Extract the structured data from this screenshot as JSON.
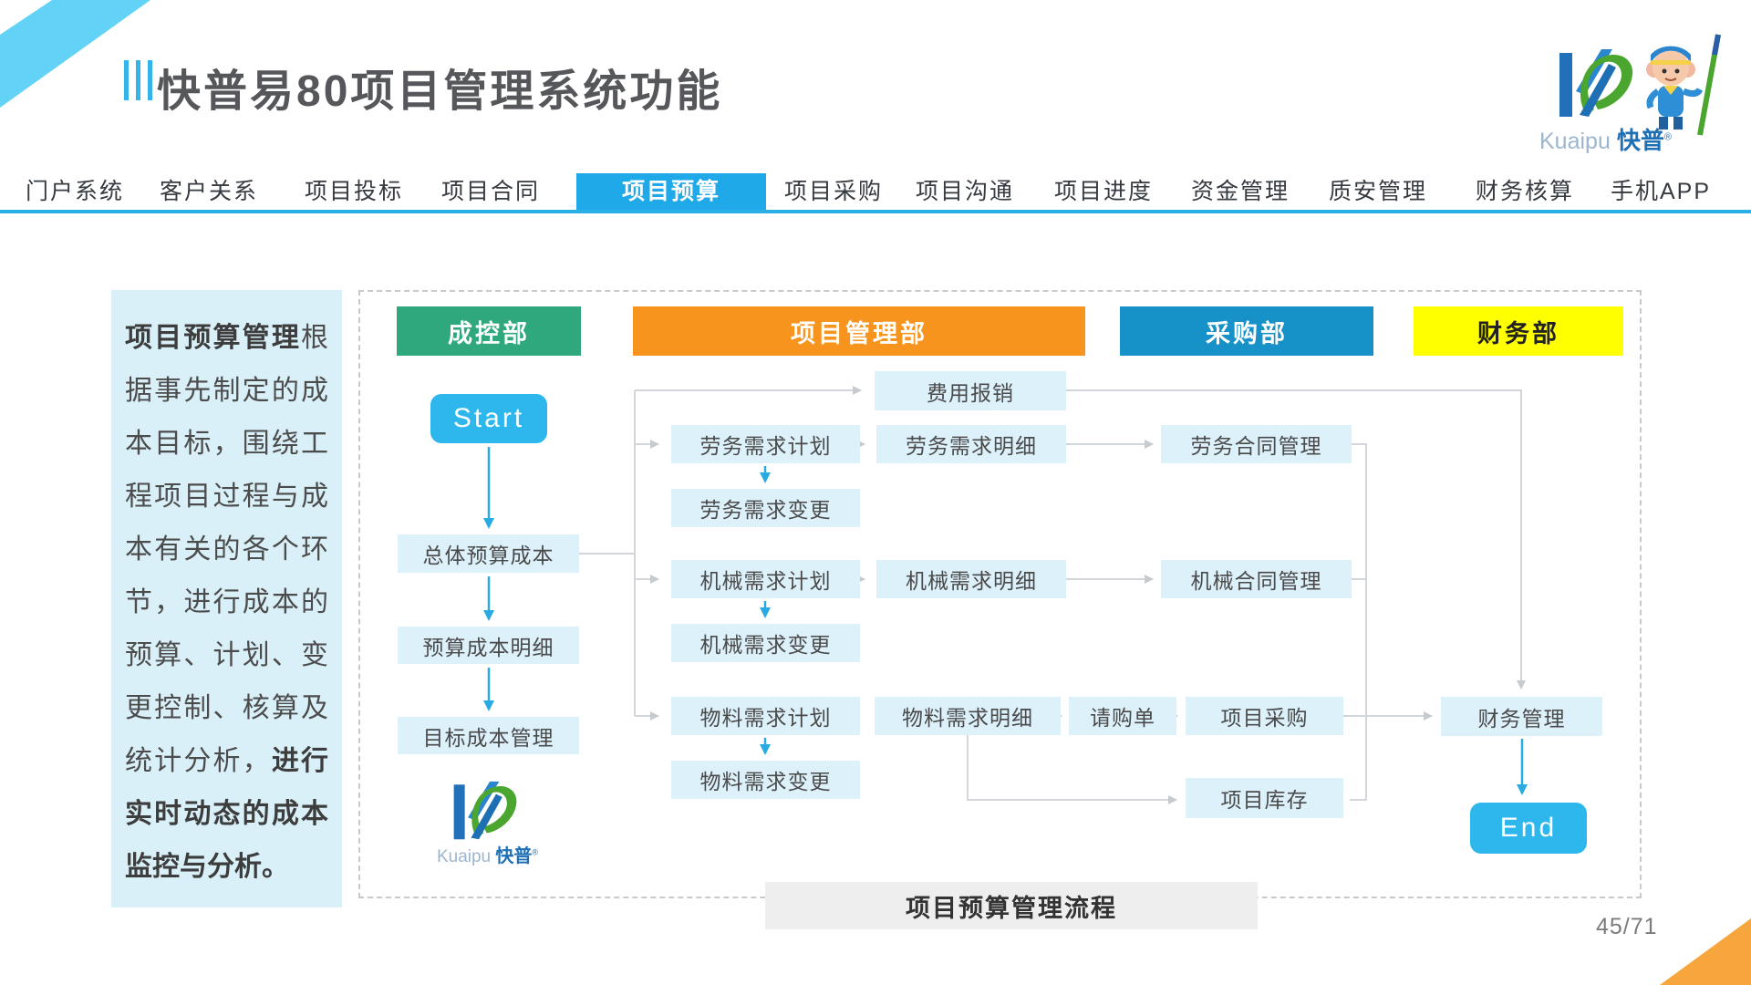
{
  "header": {
    "title": "快普易80项目管理系统功能",
    "brand": {
      "name_latin": "Kuaipu",
      "name_cn": "快普",
      "reg_mark": "®"
    }
  },
  "nav": {
    "active_label": "项目预算",
    "items": [
      {
        "label": "门户系统"
      },
      {
        "label": "客户关系"
      },
      {
        "label": "项目投标"
      },
      {
        "label": "项目合同"
      },
      {
        "label": "项目预算"
      },
      {
        "label": "项目采购"
      },
      {
        "label": "项目沟通"
      },
      {
        "label": "项目进度"
      },
      {
        "label": "资金管理"
      },
      {
        "label": "质安管理"
      },
      {
        "label": "财务核算"
      },
      {
        "label": "手机APP"
      }
    ]
  },
  "sidebar": {
    "bold_start": "项目预算管理",
    "middle": "根据事先制定的成本目标，围绕工程项目过程与成本有关的各个环节，进行成本的预算、计划、变更控制、核算及统计分析，",
    "bold_end": "进行实时动态的成本监控与分析。"
  },
  "flowchart": {
    "departments": [
      {
        "label": "成控部",
        "color": "#2ea87c"
      },
      {
        "label": "项目管理部",
        "color": "#f7941e"
      },
      {
        "label": "采购部",
        "color": "#1792c8"
      },
      {
        "label": "财务部",
        "color": "#ffff00"
      }
    ],
    "nodes": {
      "start": "Start",
      "overall_budget": "总体预算成本",
      "budget_detail": "预算成本明细",
      "target_cost": "目标成本管理",
      "expense": "费用报销",
      "labor_plan": "劳务需求计划",
      "labor_detail": "劳务需求明细",
      "labor_contract": "劳务合同管理",
      "labor_change": "劳务需求变更",
      "machine_plan": "机械需求计划",
      "machine_detail": "机械需求明细",
      "machine_contract": "机械合同管理",
      "machine_change": "机械需求变更",
      "material_plan": "物料需求计划",
      "material_detail": "物料需求明细",
      "purchase_request": "请购单",
      "project_purchase": "项目采购",
      "material_change": "物料需求变更",
      "project_inventory": "项目库存",
      "finance": "财务管理",
      "end": "End"
    },
    "caption": "项目预算管理流程"
  },
  "footer": {
    "page": "45/71"
  },
  "colors": {
    "accent_cyan": "#29abe2",
    "node_fill": "#ddf1fb",
    "sidebar_fill": "#d9f0f8",
    "gray_line": "#c9cdd1",
    "corner_orange": "#f6a63c",
    "corner_cyan": "#63d2f7",
    "nav_underline": "#29aee6"
  }
}
